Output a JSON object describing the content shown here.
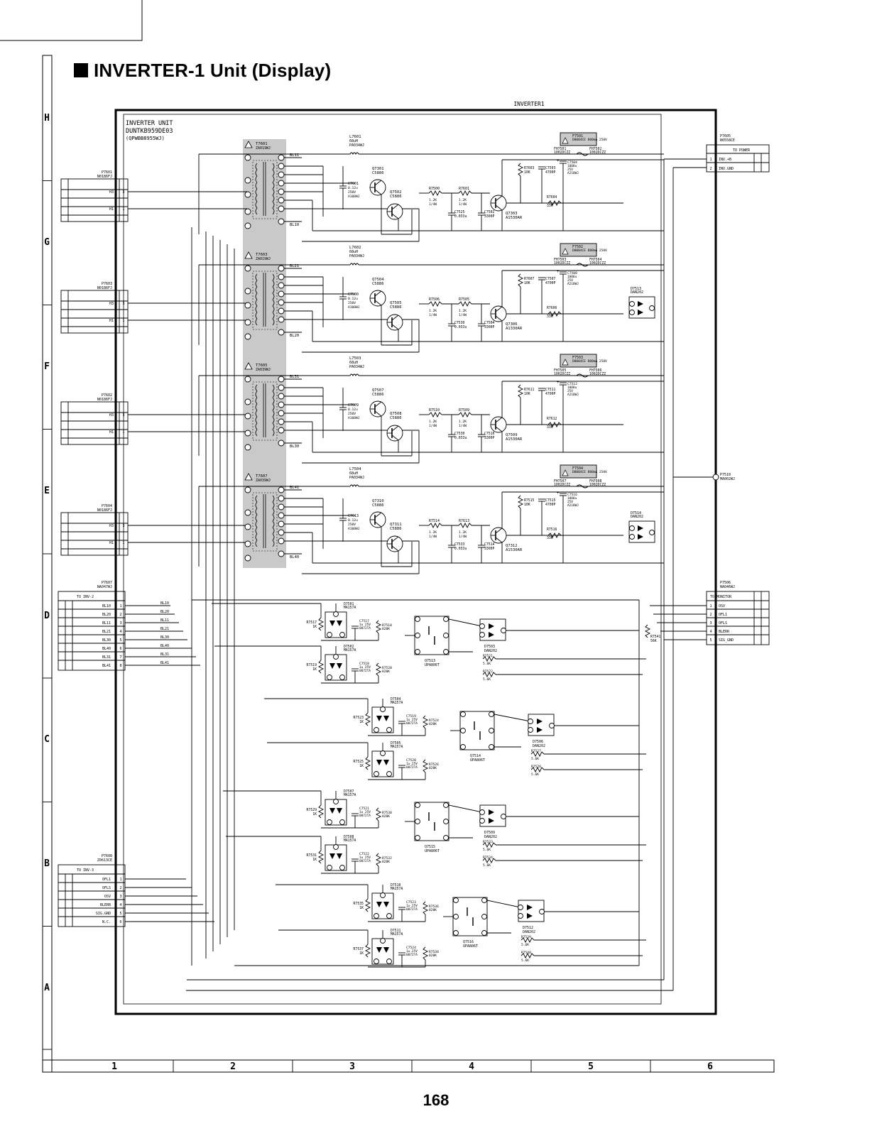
{
  "page": {
    "title": "INVERTER-1 Unit (Display)",
    "page_number": "168"
  },
  "frame": {
    "net_label": "INVERTER1",
    "unit_name": "INVERTER UNIT",
    "unit_code": "DUNTKB959DE03",
    "unit_sub": "(QPWBB8955WJ)"
  },
  "grid": {
    "rows": [
      "H",
      "G",
      "F",
      "E",
      "D",
      "C",
      "B",
      "A"
    ],
    "cols": [
      "1",
      "2",
      "3",
      "4",
      "5",
      "6"
    ]
  },
  "input_connectors": [
    {
      "ref": "P7601",
      "part": "N0186FJ",
      "pins": [
        {
          "sig": "H3",
          "num": "3"
        },
        {
          "sig": "H1",
          "num": "1"
        }
      ]
    },
    {
      "ref": "P7603",
      "part": "N0186FJ",
      "pins": [
        {
          "sig": "H3",
          "num": "3"
        },
        {
          "sig": "H1",
          "num": "1"
        }
      ]
    },
    {
      "ref": "P7602",
      "part": "N0186FJ",
      "pins": [
        {
          "sig": "H3",
          "num": "3"
        },
        {
          "sig": "H1",
          "num": "1"
        }
      ]
    },
    {
      "ref": "P7604",
      "part": "N0186FJ",
      "pins": [
        {
          "sig": "H3",
          "num": "3"
        },
        {
          "sig": "H1",
          "num": "1"
        }
      ]
    }
  ],
  "stages": [
    {
      "t": "T7601",
      "t_part": "ZA019WJ",
      "l": "L7601",
      "l_val": "68uH",
      "l_part": "PA034WJ",
      "q1": "Q7301",
      "q1p": "C5886",
      "q2": "Q7502",
      "q2p": "C5886",
      "q3": "Q7303",
      "q3p": "A1530AR",
      "c1": "C7601",
      "c1v": "0.12u 250V A108WJ",
      "ra": "R7500",
      "rav": "1.2K 1/4W",
      "rb": "R7601",
      "rbv": "1.2K 1/4W",
      "ca": "C7525",
      "cav": "0.033u",
      "cb": "C7502",
      "cbv": "3300P",
      "rc": "R7603",
      "rcv": "10K",
      "cc": "C7503",
      "ccv": "4700P",
      "rd": "R7604",
      "rdv": "33K",
      "f": "F7501",
      "fv": "D0004CE 800mA 250V",
      "fh1": "FH7501",
      "fh2": "FH7502",
      "fhv": "1002DCZZ",
      "ce": "C7504",
      "cev": "1000u 25V A210WJ",
      "bl_top": "BL11",
      "bl_bot": "BL10"
    },
    {
      "t": "T7603",
      "t_part": "ZA019WJ",
      "l": "L7602",
      "l_val": "68uH",
      "l_part": "PA034WJ",
      "q1": "Q7504",
      "q1p": "C5886",
      "q2": "Q7505",
      "q2p": "C5886",
      "q3": "Q7306",
      "q3p": "A1330AR",
      "c1": "C7500",
      "c1v": "0.12u 250V A108WJ",
      "ra": "R7506",
      "rav": "1.2K 1/4W",
      "rb": "R7505",
      "rbv": "1.2K 1/4W",
      "ca": "C7530",
      "cav": "0.033u",
      "cb": "C7504",
      "cbv": "3300P",
      "rc": "R7607",
      "rcv": "10K",
      "cc": "C7507",
      "ccv": "4700P",
      "rd": "R7606",
      "rdv": "33K",
      "f": "F7502",
      "fv": "D0004CE 800mA 250V",
      "fh1": "FH7503",
      "fh2": "FH7504",
      "fhv": "1002DCZZ",
      "ce": "C7508",
      "cev": "1000u 25V A210WJ",
      "bl_top": "BL21",
      "bl_bot": "BL20"
    },
    {
      "t": "T7605",
      "t_part": "ZA039WJ",
      "l": "L7503",
      "l_val": "68uH",
      "l_part": "PA034WJ",
      "q1": "Q7507",
      "q1p": "C5886",
      "q2": "Q7508",
      "q2p": "C5886",
      "q3": "Q7509",
      "q3p": "A1530AR",
      "c1": "C7609",
      "c1v": "0.12u 250V A108WJ",
      "ra": "R7510",
      "rav": "1.2K 1/4W",
      "rb": "R7509",
      "rbv": "1.2K 1/4W",
      "ca": "C7530",
      "cav": "0.033u",
      "cb": "C7510",
      "cbv": "3300P",
      "rc": "R7611",
      "rcv": "10K",
      "cc": "C7511",
      "ccv": "4700P",
      "rd": "R7612",
      "rdv": "33K",
      "f": "F7503",
      "fv": "D0004CE 800mA 250V",
      "fh1": "FH7505",
      "fh2": "FH7506",
      "fhv": "1002DCZZ",
      "ce": "C7512",
      "cev": "1000u 25V A210WJ",
      "bl_top": "BL31",
      "bl_bot": "BL30"
    },
    {
      "t": "T7607",
      "t_part": "ZA039WJ",
      "l": "L7504",
      "l_val": "68uH",
      "l_part": "PA034WJ",
      "q1": "Q7310",
      "q1p": "C5886",
      "q2": "Q7311",
      "q2p": "C5886",
      "q3": "Q7312",
      "q3p": "A1530AR",
      "c1": "C7613",
      "c1v": "0.12u 250V A108WJ",
      "ra": "R7514",
      "rav": "1.2K 1/4W",
      "rb": "R7613",
      "rbv": "1.2K 1/4W",
      "ca": "C7533",
      "cav": "0.033u",
      "cb": "C7514",
      "cbv": "3300P",
      "rc": "R7515",
      "rcv": "10K",
      "cc": "C7515",
      "ccv": "4700P",
      "rd": "R7516",
      "rdv": "33K",
      "f": "F7504",
      "fv": "D0004CE 800mA 250V",
      "fh1": "FH7507",
      "fh2": "FH7508",
      "fhv": "1002DCZZ",
      "ce": "C7516",
      "cev": "1000u 25V A210WJ",
      "bl_top": "BL41",
      "bl_bot": "BL40"
    }
  ],
  "side_diodes": [
    {
      "ref": "D7513",
      "part": "DAN202"
    },
    {
      "ref": "D7514",
      "part": "DAN202"
    }
  ],
  "power_connector": {
    "ref": "P7605",
    "part": "N0558CE",
    "header": "TO POWER",
    "pins": [
      {
        "num": "1",
        "sig": "INV.+B"
      },
      {
        "num": "2",
        "sig": "INV.GND"
      }
    ]
  },
  "monitor_connector": {
    "ref": "P7506",
    "part": "NA046WJ",
    "header": "TO MONITOR",
    "pins": [
      {
        "num": "1",
        "sig": "OSV"
      },
      {
        "num": "2",
        "sig": "OFL1"
      },
      {
        "num": "3",
        "sig": "OFLS"
      },
      {
        "num": "4",
        "sig": "BLERR"
      },
      {
        "num": "5",
        "sig": "SIG_GND"
      }
    ]
  },
  "jack": {
    "ref": "P7510",
    "part": "MA002WJ"
  },
  "inv2_connector": {
    "ref": "P7607",
    "part": "NA047WJ",
    "header": "TO INV-2",
    "pins": [
      {
        "sig": "BL10",
        "num": "1"
      },
      {
        "sig": "BL20",
        "num": "2"
      },
      {
        "sig": "BL11",
        "num": "3"
      },
      {
        "sig": "BL21",
        "num": "4"
      },
      {
        "sig": "BL30",
        "num": "5"
      },
      {
        "sig": "BL40",
        "num": "6"
      },
      {
        "sig": "BL31",
        "num": "7"
      },
      {
        "sig": "BL41",
        "num": "8"
      }
    ],
    "bus": [
      "BL10",
      "BL20",
      "BL11",
      "BL21",
      "BL30",
      "BL40",
      "BL31",
      "BL41"
    ]
  },
  "inv3_connector": {
    "ref": "P7608",
    "part": "Z0613CE",
    "header": "TO INV-3",
    "pins": [
      {
        "sig": "OFL1",
        "num": "1"
      },
      {
        "sig": "OFLS",
        "num": "2"
      },
      {
        "sig": "OSV",
        "num": "3"
      },
      {
        "sig": "BLERR",
        "num": "4"
      },
      {
        "sig": "SIG.GND",
        "num": "5"
      },
      {
        "sig": "N.C.",
        "num": "6"
      }
    ]
  },
  "detectors": [
    {
      "d": "D7501",
      "dp": "MA157A",
      "r": "R7517",
      "rv": "1K",
      "c": "C7517",
      "cv": "1u 25V 0072TA",
      "r2": "R7518",
      "r2v": "820K"
    },
    {
      "d": "D7502",
      "dp": "MA157A",
      "r": "R7519",
      "rv": "1K",
      "c": "C7518",
      "cv": "1u 25V 0072TA",
      "r2": "R7520",
      "r2v": "820K"
    },
    {
      "d": "D7504",
      "dp": "MA157A",
      "r": "R7523",
      "rv": "1K",
      "c": "C7519",
      "cv": "1u 25V 0072TA",
      "r2": "R7524",
      "r2v": "820K"
    },
    {
      "d": "D7505",
      "dp": "MA157A",
      "r": "R7525",
      "rv": "1K",
      "c": "C7520",
      "cv": "1u 25V 0072TA",
      "r2": "R7526",
      "r2v": "820K"
    },
    {
      "d": "D7507",
      "dp": "MA157A",
      "r": "R7529",
      "rv": "1K",
      "c": "C7521",
      "cv": "1u 25V 0072TA",
      "r2": "R7530",
      "r2v": "820K"
    },
    {
      "d": "D7508",
      "dp": "MA157A",
      "r": "R7531",
      "rv": "1K",
      "c": "C7522",
      "cv": "1u 25V 0072TA",
      "r2": "R7532",
      "r2v": "820K"
    },
    {
      "d": "D7510",
      "dp": "MA157A",
      "r": "R7535",
      "rv": "1K",
      "c": "C7523",
      "cv": "1u 25V 0072TA",
      "r2": "R7536",
      "r2v": "820K"
    },
    {
      "d": "D7511",
      "dp": "MA157A",
      "r": "R7537",
      "rv": "1K",
      "c": "C7524",
      "cv": "1u 25V 0072TA",
      "r2": "R7538",
      "r2v": "820K"
    }
  ],
  "comparators": [
    {
      "q": "Q7513",
      "qp": "UPA806T",
      "d": "D7503",
      "dp": "DAN202",
      "ra": "R7521",
      "rav": "5.6K",
      "rb": "R7522",
      "rbv": "5.6K"
    },
    {
      "q": "Q7514",
      "qp": "UPA806T",
      "d": "D7506",
      "dp": "DAN202",
      "ra": "R7527",
      "rav": "5.6K",
      "rb": "R7528",
      "rbv": "5.6K"
    },
    {
      "q": "Q7515",
      "qp": "UPA806T",
      "d": "D7509",
      "dp": "DAN202",
      "ra": "R7533",
      "rav": "5.6K",
      "rb": "R7534",
      "rbv": "5.6K"
    },
    {
      "q": "Q7516",
      "qp": "UPA806T",
      "d": "D7512",
      "dp": "DAN202",
      "ra": "R7539",
      "rav": "5.6K",
      "rb": "R7540",
      "rbv": "5.6K"
    }
  ],
  "pullup": {
    "ref": "R7541",
    "val": "56K"
  }
}
